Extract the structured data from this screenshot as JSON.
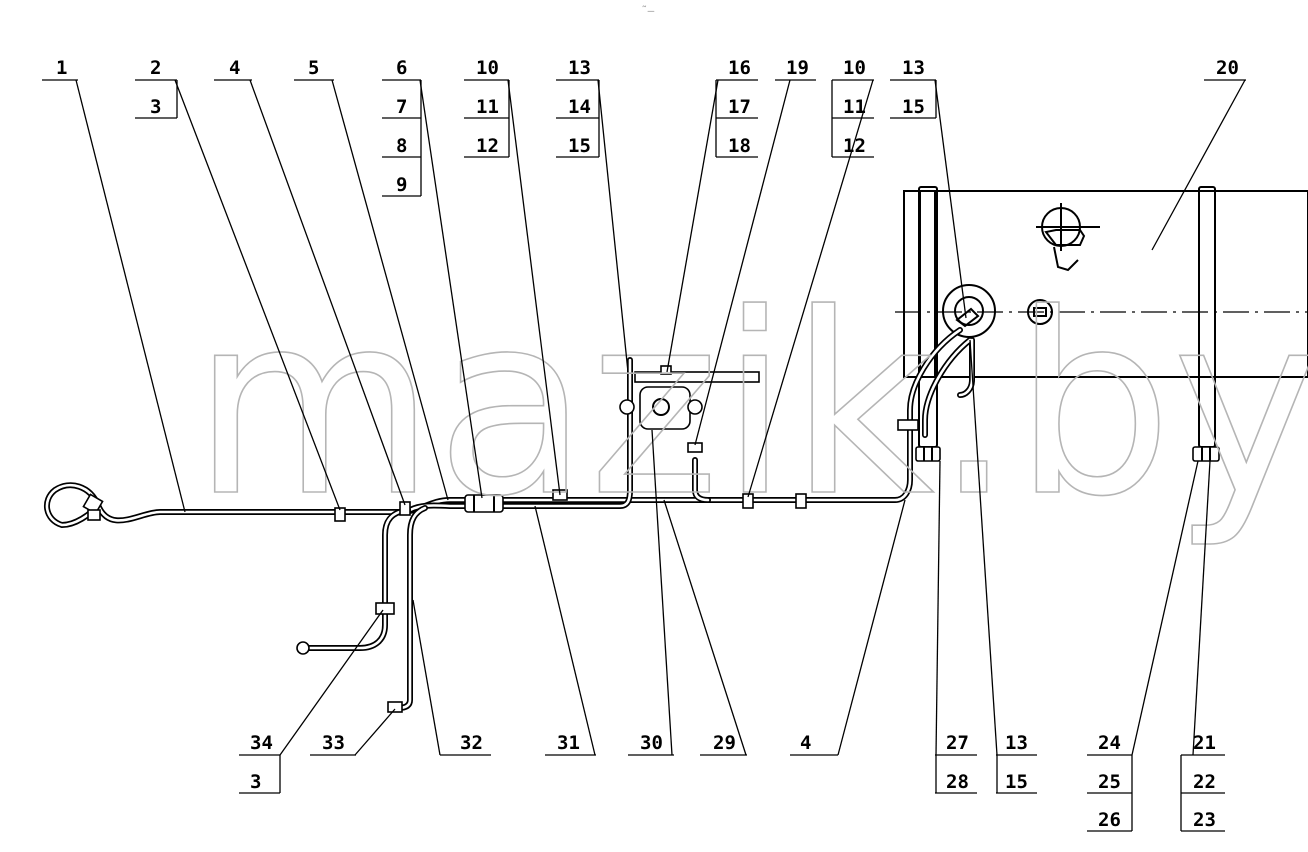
{
  "diagram": {
    "watermark": "mazik.by",
    "top_mark": "˜—"
  },
  "callouts": [
    {
      "id": "c01",
      "labels": [
        "1"
      ]
    },
    {
      "id": "c02",
      "labels": [
        "2",
        "3"
      ]
    },
    {
      "id": "c03",
      "labels": [
        "4"
      ]
    },
    {
      "id": "c04",
      "labels": [
        "5"
      ]
    },
    {
      "id": "c05",
      "labels": [
        "6",
        "7",
        "8",
        "9"
      ]
    },
    {
      "id": "c06",
      "labels": [
        "10",
        "11",
        "12"
      ]
    },
    {
      "id": "c07",
      "labels": [
        "13",
        "14",
        "15"
      ]
    },
    {
      "id": "c08",
      "labels": [
        "16",
        "17",
        "18"
      ]
    },
    {
      "id": "c09",
      "labels": [
        "19"
      ]
    },
    {
      "id": "c10",
      "labels": [
        "10",
        "11",
        "12"
      ]
    },
    {
      "id": "c11",
      "labels": [
        "13",
        "15"
      ]
    },
    {
      "id": "c12",
      "labels": [
        "20"
      ]
    },
    {
      "id": "c13",
      "labels": [
        "34",
        "3"
      ]
    },
    {
      "id": "c14",
      "labels": [
        "33"
      ]
    },
    {
      "id": "c15",
      "labels": [
        "32"
      ]
    },
    {
      "id": "c16",
      "labels": [
        "31"
      ]
    },
    {
      "id": "c17",
      "labels": [
        "30"
      ]
    },
    {
      "id": "c18",
      "labels": [
        "29"
      ]
    },
    {
      "id": "c19",
      "labels": [
        "4"
      ]
    },
    {
      "id": "c20",
      "labels": [
        "27",
        "28"
      ]
    },
    {
      "id": "c21",
      "labels": [
        "13",
        "15"
      ]
    },
    {
      "id": "c22",
      "labels": [
        "24",
        "25",
        "26"
      ]
    },
    {
      "id": "c23",
      "labels": [
        "21",
        "22",
        "23"
      ]
    }
  ]
}
